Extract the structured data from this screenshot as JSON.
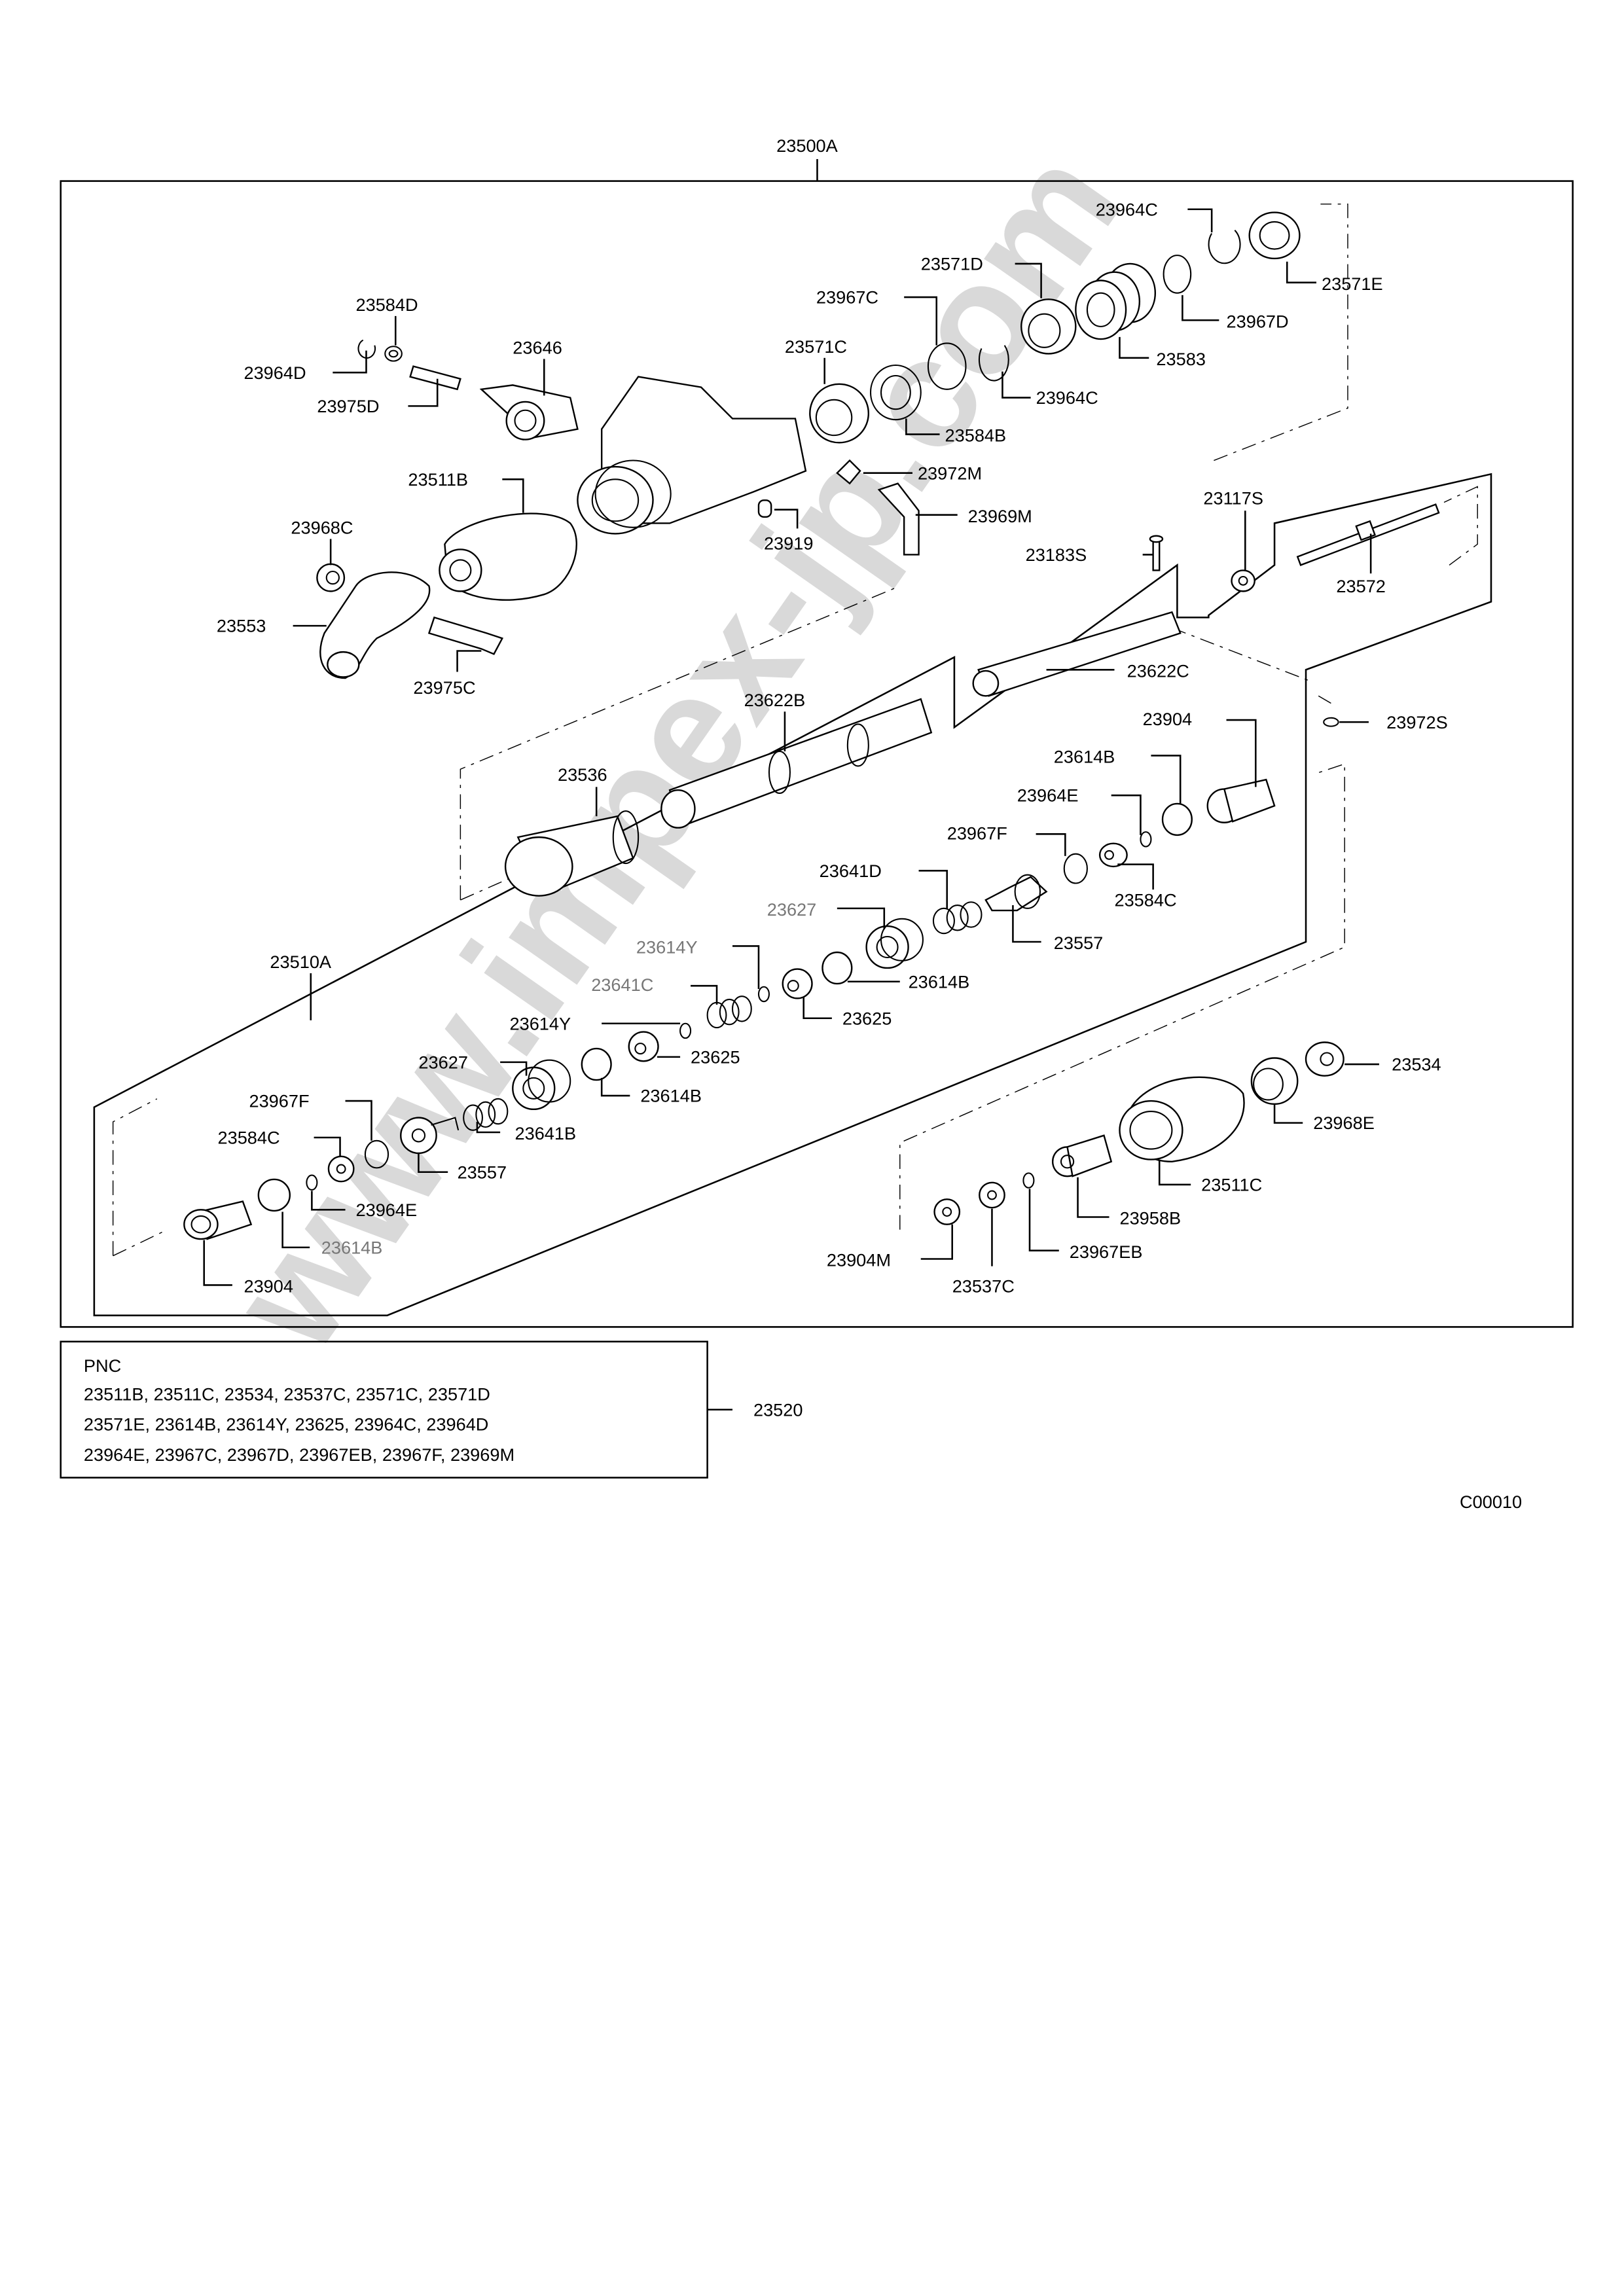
{
  "diagram": {
    "assembly_label": "23500A",
    "sub_assembly_label": "23510A",
    "kit_label": "23520",
    "figure_code": "C00010",
    "watermark": "www.impex-jp.com"
  },
  "pnc_box": {
    "header": "PNC",
    "lines": [
      "23511B, 23511C, 23534, 23537C, 23571C, 23571D",
      "23571E, 23614B, 23614Y, 23625, 23964C, 23964D",
      "23964E, 23967C, 23967D, 23967EB, 23967F, 23969M"
    ]
  },
  "callouts": [
    {
      "id": "c1",
      "text": "23964C"
    },
    {
      "id": "c2",
      "text": "23571E"
    },
    {
      "id": "c3",
      "text": "23571D"
    },
    {
      "id": "c4",
      "text": "23967C"
    },
    {
      "id": "c5",
      "text": "23967D"
    },
    {
      "id": "c6",
      "text": "23583"
    },
    {
      "id": "c7",
      "text": "23571C"
    },
    {
      "id": "c8",
      "text": "23964C"
    },
    {
      "id": "c9",
      "text": "23584B"
    },
    {
      "id": "c10",
      "text": "23584D"
    },
    {
      "id": "c11",
      "text": "23646"
    },
    {
      "id": "c12",
      "text": "23964D"
    },
    {
      "id": "c13",
      "text": "23975D"
    },
    {
      "id": "c14",
      "text": "23972M"
    },
    {
      "id": "c15",
      "text": "23511B"
    },
    {
      "id": "c16",
      "text": "23969M"
    },
    {
      "id": "c17",
      "text": "23919"
    },
    {
      "id": "c18",
      "text": "23968C"
    },
    {
      "id": "c19",
      "text": "23117S"
    },
    {
      "id": "c20",
      "text": "23183S"
    },
    {
      "id": "c21",
      "text": "23572"
    },
    {
      "id": "c22",
      "text": "23553"
    },
    {
      "id": "c23",
      "text": "23975C"
    },
    {
      "id": "c24",
      "text": "23622C"
    },
    {
      "id": "c25",
      "text": "23622B"
    },
    {
      "id": "c26",
      "text": "23904"
    },
    {
      "id": "c27",
      "text": "23972S"
    },
    {
      "id": "c28",
      "text": "23614B"
    },
    {
      "id": "c29",
      "text": "23536"
    },
    {
      "id": "c30",
      "text": "23964E"
    },
    {
      "id": "c31",
      "text": "23967F"
    },
    {
      "id": "c32",
      "text": "23641D"
    },
    {
      "id": "c33",
      "text": "23584C"
    },
    {
      "id": "c34",
      "text": "23627"
    },
    {
      "id": "c35",
      "text": "23557"
    },
    {
      "id": "c36",
      "text": "23614Y"
    },
    {
      "id": "c37",
      "text": "23614B"
    },
    {
      "id": "c38",
      "text": "23641C"
    },
    {
      "id": "c39",
      "text": "23625"
    },
    {
      "id": "c40",
      "text": "23614Y"
    },
    {
      "id": "c41",
      "text": "23625"
    },
    {
      "id": "c42",
      "text": "23627"
    },
    {
      "id": "c43",
      "text": "23614B"
    },
    {
      "id": "c44",
      "text": "23967F"
    },
    {
      "id": "c45",
      "text": "23641B"
    },
    {
      "id": "c46",
      "text": "23584C"
    },
    {
      "id": "c47",
      "text": "23557"
    },
    {
      "id": "c48",
      "text": "23964E"
    },
    {
      "id": "c49",
      "text": "23614B"
    },
    {
      "id": "c50",
      "text": "23904"
    },
    {
      "id": "c51",
      "text": "23534"
    },
    {
      "id": "c52",
      "text": "23968E"
    },
    {
      "id": "c53",
      "text": "23511C"
    },
    {
      "id": "c54",
      "text": "23958B"
    },
    {
      "id": "c55",
      "text": "23904M"
    },
    {
      "id": "c56",
      "text": "23967EB"
    },
    {
      "id": "c57",
      "text": "23537C"
    }
  ]
}
